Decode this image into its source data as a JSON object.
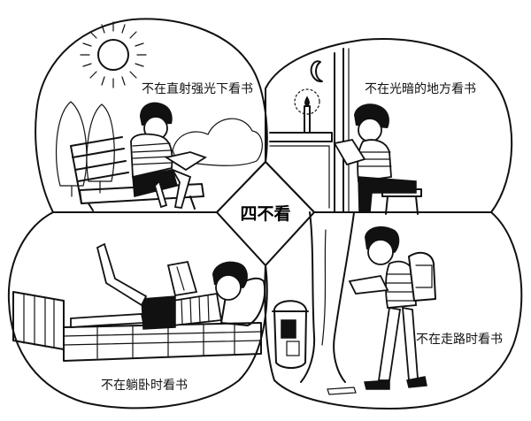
{
  "center_label": "四不看",
  "panels": [
    {
      "id": "strong-light",
      "caption": "不在直射强光下看书"
    },
    {
      "id": "dim-light",
      "caption": "不在光暗的地方看书"
    },
    {
      "id": "lying",
      "caption": "不在躺卧时看书"
    },
    {
      "id": "walking",
      "caption": "不在走路时看书"
    }
  ],
  "colors": {
    "ink": "#111111",
    "paper": "#ffffff"
  }
}
